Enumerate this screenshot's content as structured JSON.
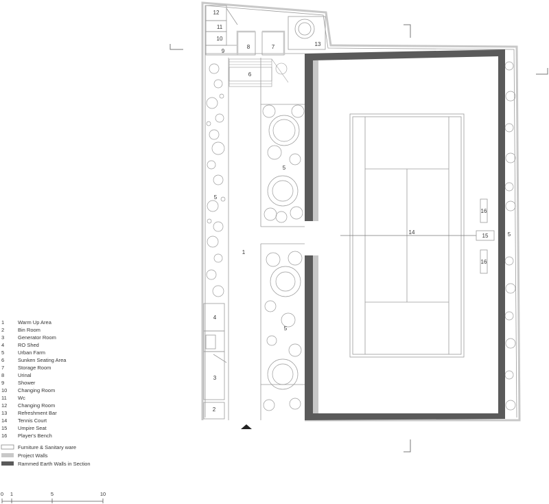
{
  "room_numbers": {
    "warm_up": "1",
    "bin_room": "2",
    "generator": "3",
    "ro_shed": "4",
    "urban_farm": "5",
    "sunken_seating": "6",
    "storage": "7",
    "urinal": "8",
    "shower": "9",
    "changing_10": "10",
    "wc": "11",
    "changing_12": "12",
    "refreshment": "13",
    "court": "14",
    "umpire": "15",
    "bench": "16"
  },
  "legend": {
    "items": [
      {
        "num": "1",
        "name": "Warm Up Area"
      },
      {
        "num": "2",
        "name": "Bin Room"
      },
      {
        "num": "3",
        "name": "Generator Room"
      },
      {
        "num": "4",
        "name": "RO Shed"
      },
      {
        "num": "5",
        "name": "Urban Farm"
      },
      {
        "num": "6",
        "name": "Sunken Seating Area"
      },
      {
        "num": "7",
        "name": "Storage Room"
      },
      {
        "num": "8",
        "name": "Urinal"
      },
      {
        "num": "9",
        "name": "Shower"
      },
      {
        "num": "10",
        "name": "Changing Room"
      },
      {
        "num": "11",
        "name": "Wc"
      },
      {
        "num": "12",
        "name": "Changing Room"
      },
      {
        "num": "13",
        "name": "Refreshment Bar"
      },
      {
        "num": "14",
        "name": "Tennis Court"
      },
      {
        "num": "15",
        "name": "Umpire Seat"
      },
      {
        "num": "16",
        "name": "Player's Bench"
      }
    ],
    "keys": [
      {
        "label": "Furniture & Sanitary ware",
        "color": "#ffffff"
      },
      {
        "label": "Project Walls",
        "color": "#c8c8c8"
      },
      {
        "label": "Rammed Earth Walls in Section",
        "color": "#5a5a5a"
      }
    ]
  },
  "scale_bar": {
    "ticks": [
      "0",
      "1",
      "5",
      "10"
    ]
  },
  "colors": {
    "line": "#9a9a9a",
    "wall": "#c8c8c8",
    "rammed": "#5a5a5a",
    "text": "#333333"
  }
}
